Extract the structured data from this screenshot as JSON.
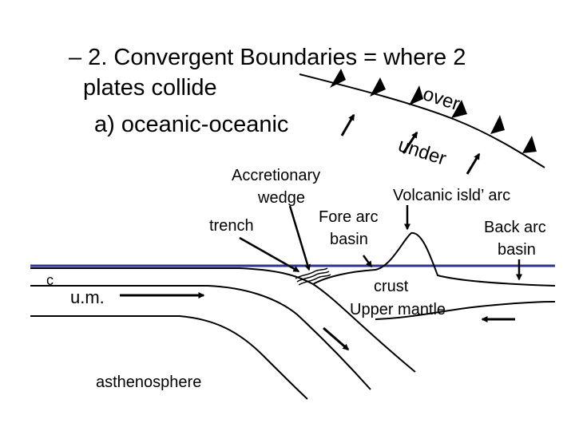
{
  "slide": {
    "heading_line1": "– 2. Convergent Boundaries = where 2",
    "heading_line2": "plates collide",
    "subheading": "a) oceanic-oceanic"
  },
  "diagram": {
    "labels": {
      "over": "over",
      "under": "under",
      "accretionary_wedge_line1": "Accretionary",
      "accretionary_wedge_line2": "wedge",
      "volcanic_arc": "Volcanic isld’ arc",
      "fore_arc_basin_line1": "Fore arc",
      "fore_arc_basin_line2": "basin",
      "trench": "trench",
      "back_arc_basin_line1": "Back arc",
      "back_arc_basin_line2": "basin",
      "crust_label_left": "c",
      "upper_mantle_left": "u.m.",
      "crust": "crust",
      "upper_mantle": "Upper mantle",
      "asthenosphere": "asthenosphere"
    },
    "colors": {
      "sea_level_line": "#2e3192",
      "ink": "#000000"
    }
  }
}
